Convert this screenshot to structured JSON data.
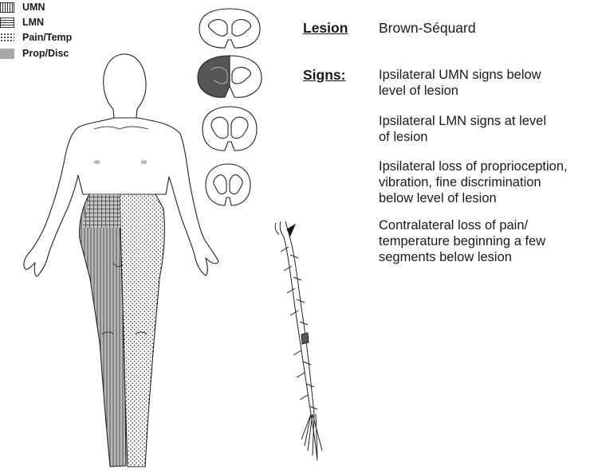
{
  "legend": {
    "items": [
      {
        "label": "UMN"
      },
      {
        "label": "LMN"
      },
      {
        "label": "Pain/Temp"
      },
      {
        "label": "Prop/Disc"
      }
    ]
  },
  "body_labels": {
    "left_nipple": "up",
    "right_nipple": "up"
  },
  "lesion": {
    "heading": "Lesion",
    "value": "Brown-Séquard"
  },
  "signs": {
    "heading": "Signs:",
    "items": [
      {
        "lines": [
          "Ipsilateral UMN signs below",
          "level of lesion"
        ]
      },
      {
        "lines": [
          "Ipsilateral LMN signs at level",
          "of lesion"
        ]
      },
      {
        "lines": [
          "Ipsilateral loss of proprioception,",
          "vibration, fine discrimination",
          "below level of lesion"
        ]
      },
      {
        "lines": [
          "Contralateral loss of pain/",
          "temperature beginning a few",
          "segments below lesion"
        ]
      }
    ]
  },
  "colors": {
    "lesion_fill": "#555555",
    "prop_disc": "#a9a9a9",
    "outline": "#222222"
  }
}
